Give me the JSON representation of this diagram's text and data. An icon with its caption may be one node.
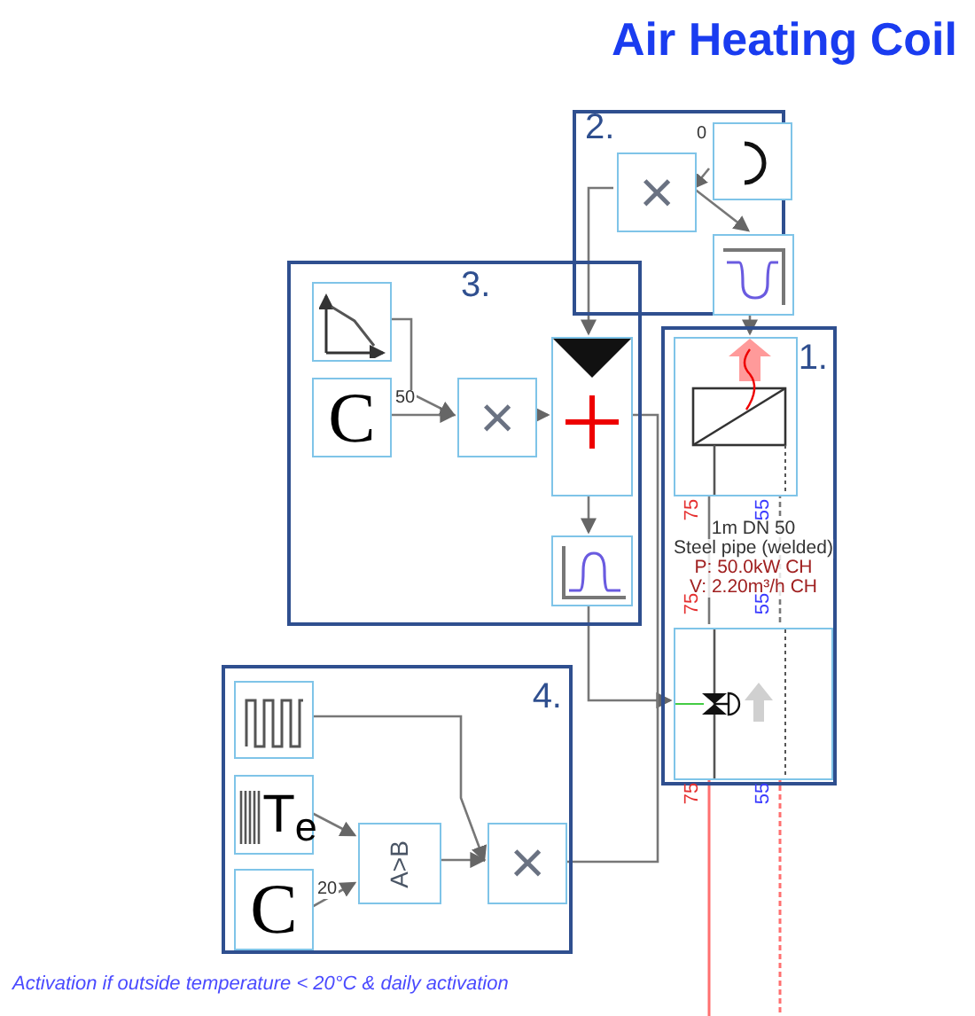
{
  "diagram": {
    "title": "Air Heating Coil",
    "caption": "Activation if outside temperature < 20°C & daily activation",
    "nodes": [
      {
        "text": [
          "2."
        ]
      },
      {
        "text": [
          "×"
        ],
        "in": 0
      },
      {
        "text": [],
        "shape": "box",
        "in": 0
      },
      {
        "text": [],
        "shape": "box",
        "in": 0
      },
      {
        "text": [
          "3."
        ]
      },
      {
        "text": [],
        "shape": "box",
        "in": 4
      },
      {
        "text": [
          "C"
        ],
        "in": 4
      },
      {
        "text": [
          "×"
        ],
        "in": 4
      },
      {
        "text": [],
        "shape": "box",
        "in": 4
      },
      {
        "text": [],
        "shape": "box",
        "in": 4
      },
      {
        "text": [
          "1."
        ]
      },
      {
        "text": [],
        "shape": "box",
        "in": 10
      },
      {
        "text": [],
        "shape": "box",
        "in": 10
      },
      {
        "text": [
          "4."
        ]
      },
      {
        "text": [],
        "shape": "box",
        "in": 13
      },
      {
        "text": [
          "T$_{e}$"
        ],
        "in": 13
      },
      {
        "text": [
          "C"
        ],
        "in": 13
      },
      {
        "text": [
          "A>B"
        ],
        "in": 13
      },
      {
        "text": [
          "×"
        ],
        "in": 13
      }
    ],
    "edges": [
      {
        "from": 2,
        "to": 1,
        "arrow": "to",
        "label": "0"
      },
      {
        "from": 1,
        "to": 3,
        "arrow": "to"
      },
      {
        "from": 1,
        "to": 8,
        "arrow": "to"
      },
      {
        "from": 3,
        "to": 11,
        "arrow": "to"
      },
      {
        "from": 5,
        "to": 7,
        "arrow": "to"
      },
      {
        "from": 6,
        "to": 7,
        "arrow": "to",
        "label": "50"
      },
      {
        "from": 7,
        "to": 8,
        "arrow": "to"
      },
      {
        "from": 8,
        "to": 9,
        "arrow": "to"
      },
      {
        "from": 9,
        "to": 12,
        "arrow": "to"
      },
      {
        "from": 18,
        "to": 8,
        "arrow": "none"
      },
      {
        "from": 14,
        "to": 18,
        "arrow": "to"
      },
      {
        "from": 15,
        "to": 17,
        "arrow": "to"
      },
      {
        "from": 16,
        "to": 17,
        "arrow": "to",
        "label": "20"
      },
      {
        "from": 17,
        "to": 18,
        "arrow": "to"
      },
      {
        "from": 11,
        "to": 12,
        "arrow": "none"
      },
      {
        "from": 11,
        "to": 12,
        "arrow": "none",
        "style": "dashed"
      },
      {
        "from": 12,
        "to": null,
        "arrow": "none",
        "color": "#ff7070"
      },
      {
        "from": 12,
        "to": null,
        "arrow": "none",
        "style": "dashed",
        "color": "#ff7070"
      }
    ],
    "labels": [
      "75",
      "55",
      "1m DN 50",
      "Steel pipe (welded)",
      "P: 50.0kW CH",
      "V: 2.20m³/h CH",
      "75",
      "55",
      "75",
      "55"
    ]
  }
}
